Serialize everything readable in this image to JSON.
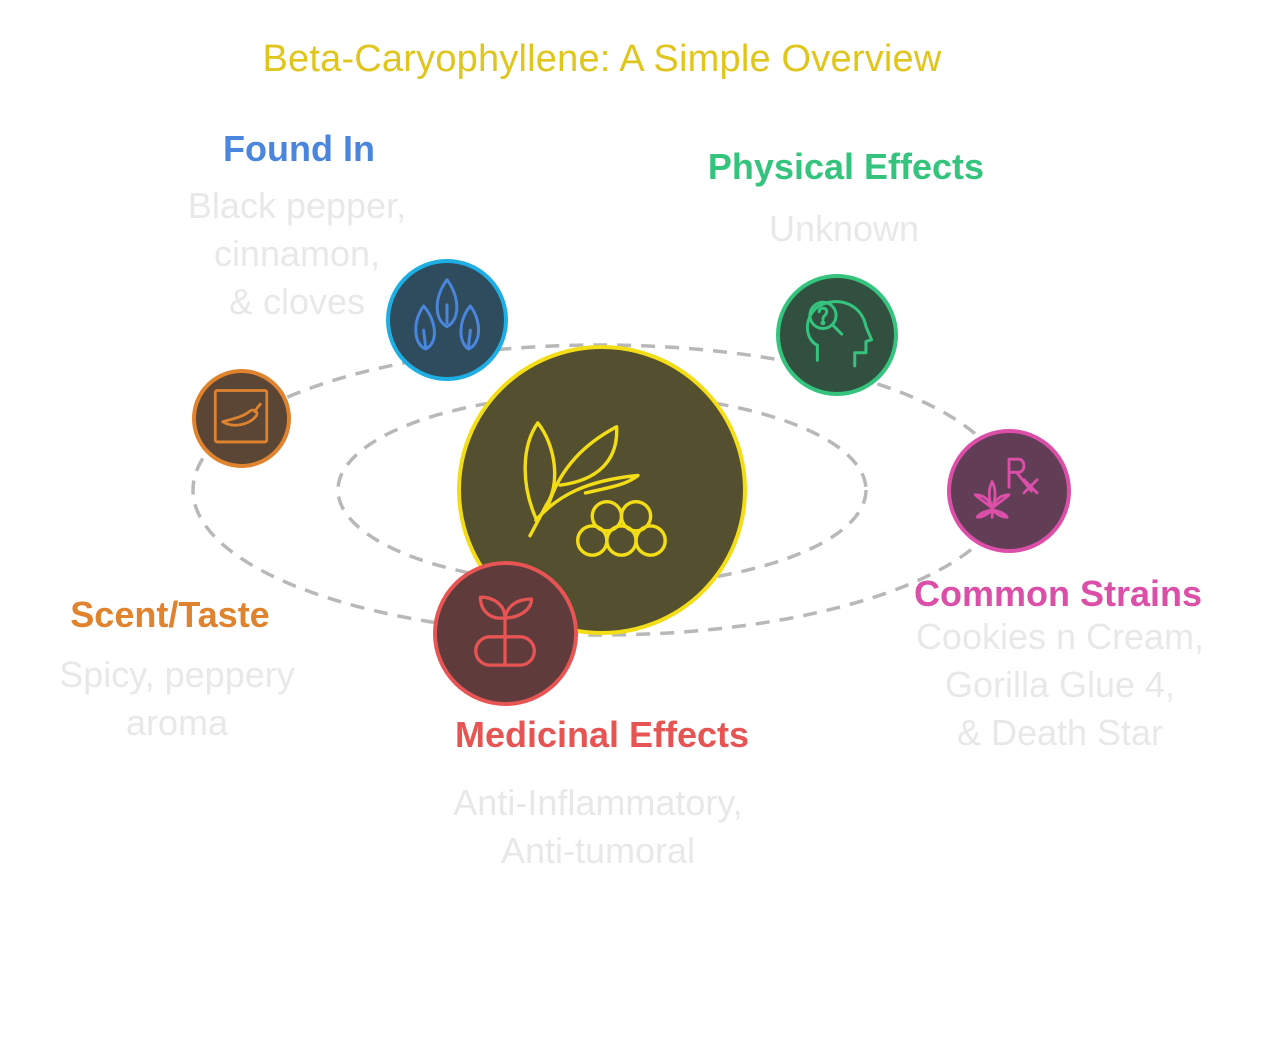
{
  "title": "Beta-Caryophyllene: A Simple Overview",
  "center": {
    "icon": "leaves-and-berries-icon",
    "color": "#f2dd16",
    "fill": "#544f2e"
  },
  "sections": {
    "found_in": {
      "heading": "Found In",
      "lines": [
        "Black pepper,",
        "cinnamon,",
        "& cloves"
      ],
      "color": "#4a86dc",
      "icon": "seeds-icon"
    },
    "physical_effects": {
      "heading": "Physical Effects",
      "lines": [
        "Unknown"
      ],
      "color": "#35c47e",
      "icon": "head-question-icon"
    },
    "scent_taste": {
      "heading": "Scent/Taste",
      "lines": [
        "Spicy, peppery",
        "aroma"
      ],
      "color": "#e0832f",
      "icon": "chili-pepper-icon"
    },
    "medicinal_effects": {
      "heading": "Medicinal Effects",
      "lines": [
        "Anti-Inflammatory,",
        "Anti-tumoral"
      ],
      "color": "#e65554",
      "icon": "sprout-capsule-icon"
    },
    "common_strains": {
      "heading": "Common Strains",
      "lines": [
        "Cookies n Cream,",
        "Gorilla Glue 4,",
        "& Death Star"
      ],
      "color": "#dc4fa8",
      "icon": "cannabis-rx-icon"
    }
  }
}
